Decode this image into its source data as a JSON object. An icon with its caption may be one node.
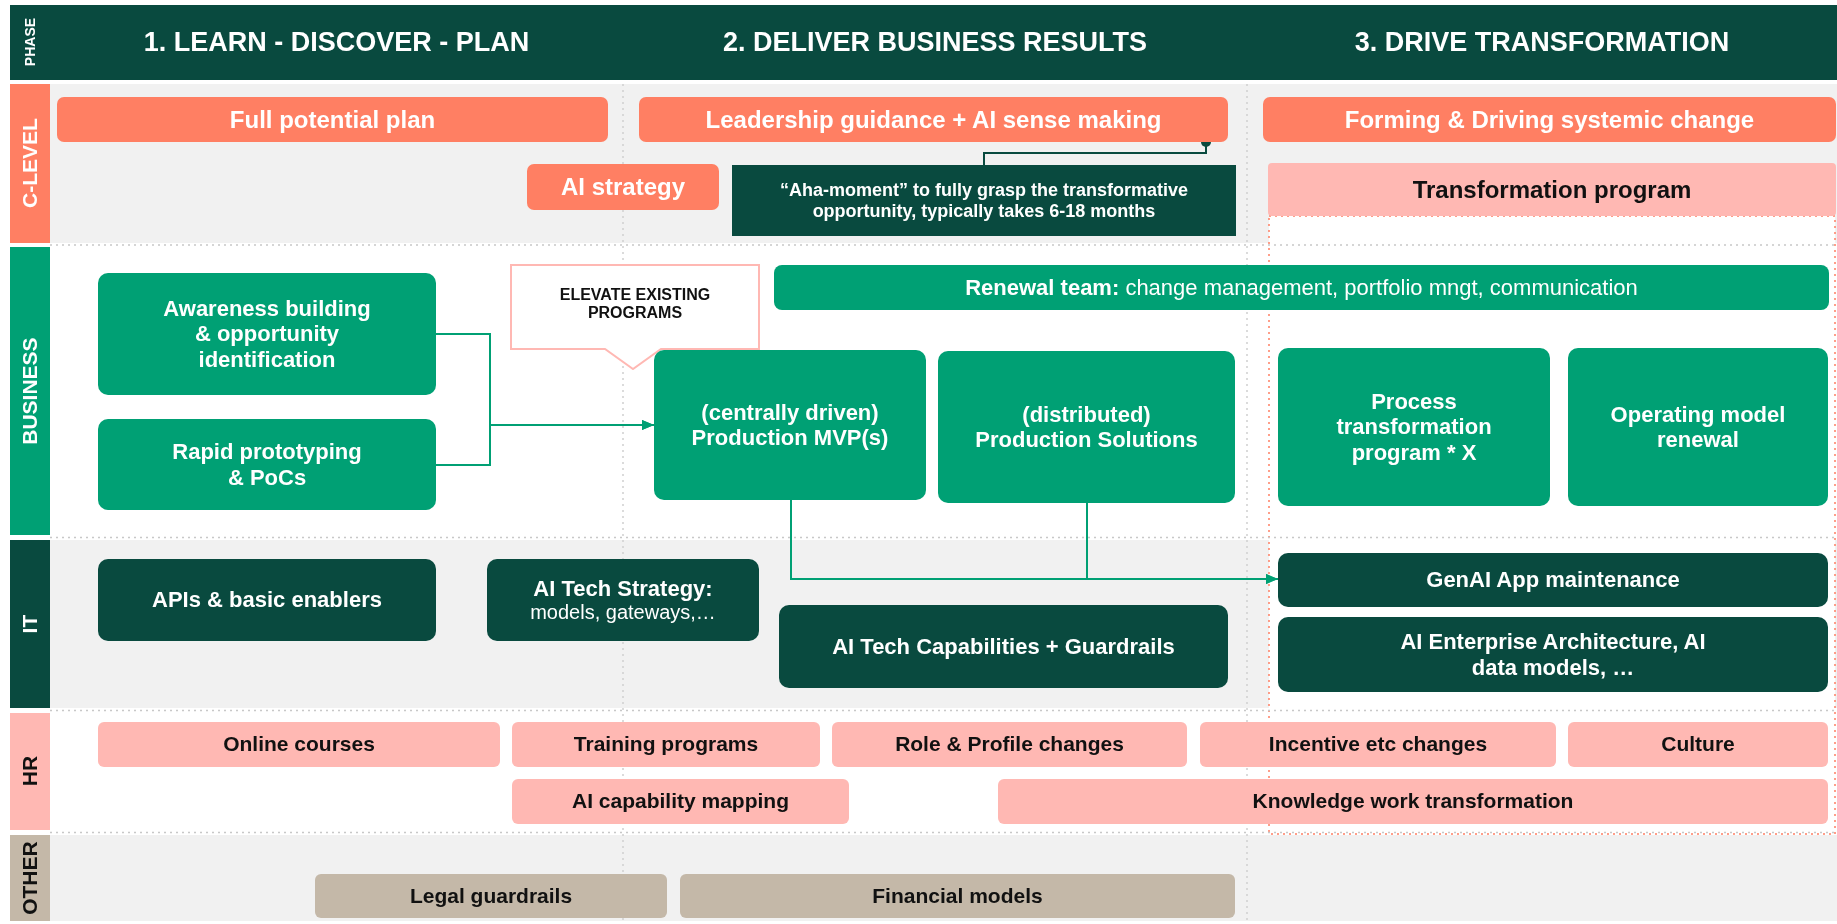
{
  "diagram": {
    "nodes": [
      {
        "text": [
          "PHASE"
        ]
      },
      {
        "text": [
          "1. LEARN - DISCOVER - PLAN"
        ]
      },
      {
        "text": [
          "2. DELIVER BUSINESS RESULTS"
        ]
      },
      {
        "text": [
          "3. DRIVE TRANSFORMATION"
        ]
      },
      {
        "text": [
          "C-LEVEL"
        ]
      },
      {
        "text": [
          "Full potential plan"
        ]
      },
      {
        "text": [
          "Leadership guidance + AI sense making"
        ]
      },
      {
        "text": [
          "Forming & Driving systemic change"
        ]
      },
      {
        "text": [
          "AI strategy"
        ]
      },
      {
        "text": [
          "“Aha-moment” to fully grasp the transformative opportunity, typically takes 6-18 months"
        ]
      },
      {
        "text": [
          "Transformation program"
        ]
      },
      {
        "text": [
          "BUSINESS"
        ]
      },
      {
        "text": [
          "Awareness building & opportunity identification"
        ]
      },
      {
        "text": [
          "ELEVATE EXISTING PROGRAMS"
        ]
      },
      {
        "text": [
          "Rapid prototyping & PoCs"
        ]
      },
      {
        "text": [
          "(centrally driven) Production MVP(s)"
        ]
      },
      {
        "text": [
          "(distributed) Production Solutions"
        ]
      },
      {
        "text": [
          "**Renewal team:** change management, portfolio mngt, communication"
        ]
      },
      {
        "text": [
          "Process transformation program * X"
        ]
      },
      {
        "text": [
          "Operating model renewal"
        ]
      },
      {
        "text": [
          "IT"
        ]
      },
      {
        "text": [
          "APIs & basic enablers"
        ]
      },
      {
        "text": [
          "AI Tech Strategy:",
          "models, gateways,…"
        ]
      },
      {
        "text": [
          "AI Tech Capabilities + Guardrails"
        ]
      },
      {
        "text": [
          "GenAI App maintenance"
        ]
      },
      {
        "text": [
          "AI Enterprise Architecture, AI data models, …"
        ]
      },
      {
        "text": [
          "HR"
        ]
      },
      {
        "text": [
          "Online courses"
        ]
      },
      {
        "text": [
          "Training programs"
        ]
      },
      {
        "text": [
          "Role & Profile changes"
        ]
      },
      {
        "text": [
          "Incentive etc changes"
        ]
      },
      {
        "text": [
          "Culture"
        ]
      },
      {
        "text": [
          "AI capability mapping"
        ]
      },
      {
        "text": [
          "Knowledge work transformation"
        ]
      },
      {
        "text": [
          "OTHER"
        ]
      },
      {
        "text": [
          "Legal guardrails"
        ]
      },
      {
        "text": [
          "Financial models"
        ]
      }
    ],
    "edges": [
      {
        "from": 9,
        "to": 6,
        "arrow": "other",
        "color": "#094a3f"
      },
      {
        "from": 12,
        "to": 15,
        "arrow": "to"
      },
      {
        "from": 14,
        "to": 15,
        "arrow": "to"
      },
      {
        "from": 15,
        "to": 24,
        "arrow": "to"
      },
      {
        "from": 16,
        "to": 24,
        "arrow": "to"
      }
    ]
  }
}
